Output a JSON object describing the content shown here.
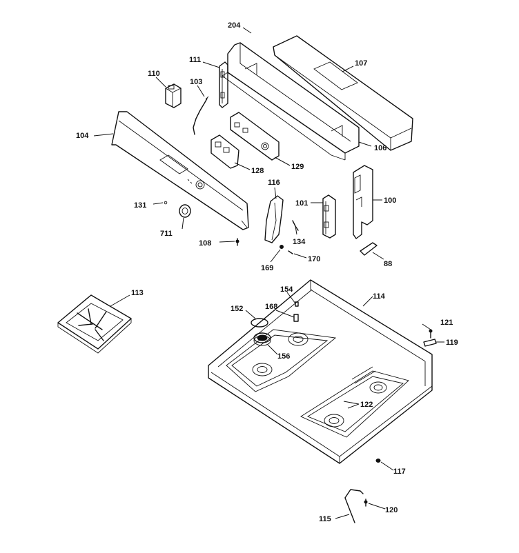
{
  "callouts": {
    "c204": "204",
    "c107": "107",
    "c111": "111",
    "c110": "110",
    "c103": "103",
    "c104": "104",
    "c106": "106",
    "c128": "128",
    "c129": "129",
    "c116": "116",
    "c100": "100",
    "c101": "101",
    "c131": "131",
    "c711": "711",
    "c134": "134",
    "c108": "108",
    "c170": "170",
    "c169": "169",
    "c88": "88",
    "c113": "113",
    "c154": "154",
    "c114": "114",
    "c152": "152",
    "c168": "168",
    "c121": "121",
    "c119": "119",
    "c156": "156",
    "c122": "122",
    "c117": "117",
    "c120": "120",
    "c115": "115"
  }
}
